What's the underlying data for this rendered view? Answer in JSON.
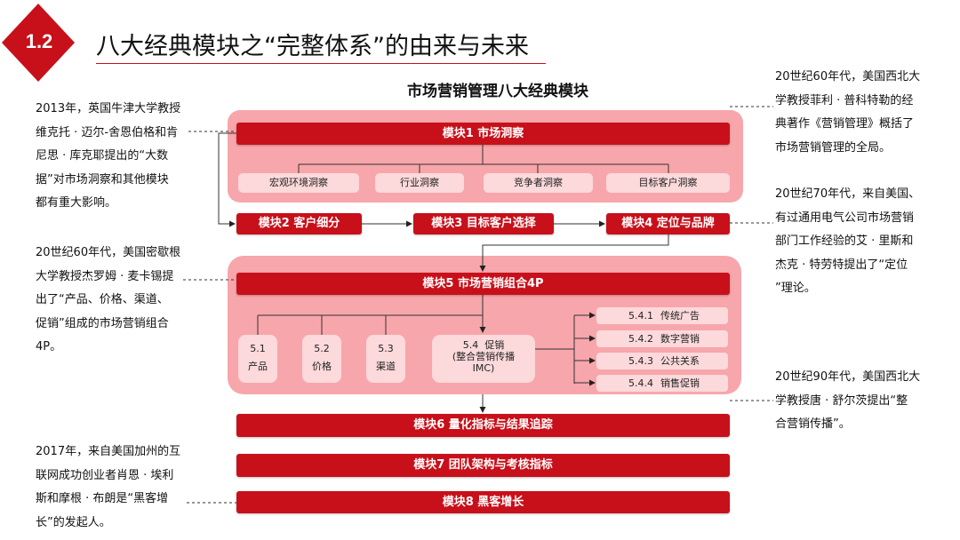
{
  "header": {
    "section_number": "1.2",
    "title": "八大经典模块之“完整体系”的由来与未来"
  },
  "diagram": {
    "title": "市场营销管理八大经典模块",
    "modules": [
      "模块1  市场洞察",
      "模块2  客户细分",
      "模块3  目标客户选择",
      "模块4  定位与品牌",
      "模块5  市场营销组合4P",
      "模块6  量化指标与结果追踪",
      "模块7  团队架构与考核指标",
      "模块8  黑客增长"
    ],
    "insight_items": [
      "宏观环境洞察",
      "行业洞察",
      "竞争者洞察",
      "目标客户洞察"
    ],
    "four_p": [
      {
        "id": "5.1",
        "label": "产品"
      },
      {
        "id": "5.2",
        "label": "价格"
      },
      {
        "id": "5.3",
        "label": "渠道"
      },
      {
        "id": "5.4",
        "label_line1": "促销",
        "label_line2": "(整合营销传播",
        "label_line3": "IMC)"
      }
    ],
    "promotion_items": [
      {
        "id": "5.4.1",
        "label": "传统广告"
      },
      {
        "id": "5.4.2",
        "label": "数字营销"
      },
      {
        "id": "5.4.3",
        "label": "公共关系"
      },
      {
        "id": "5.4.4",
        "label": "销售促销"
      }
    ]
  },
  "notes": {
    "left_top": [
      "2013年，英国牛津大学教授",
      "维克托 · 迈尔-舍恩伯格和肯",
      "尼思 · 库克耶提出的“大数",
      "据”对市场洞察和其他模块",
      "都有重大影响。"
    ],
    "left_middle": [
      "20世纪60年代，美国密歇根",
      "大学教授杰罗姆 · 麦卡锡提",
      "出了“产品、价格、渠道、",
      "促销”组成的市场营销组合",
      "4P。"
    ],
    "left_bottom": [
      "2017年，来自美国加州的互",
      "联网成功创业者肖恩 · 埃利",
      "斯和摩根 · 布朗是“黑客增",
      "长”的发起人。"
    ],
    "right_top": [
      "20世纪60年代，美国西北大",
      "学教授菲利 · 普科特勒的经",
      "典著作《营销管理》概括了",
      "市场营销管理的全局。"
    ],
    "right_middle": [
      "20世纪70年代，来自美国、",
      "有过通用电气公司市场营销",
      "部门工作经验的艾 · 里斯和",
      "杰克 · 特劳特提出了“定位",
      "”理论。"
    ],
    "right_bottom": [
      "20世纪90年代，美国西北大",
      "学教授唐 · 舒尔茨提出“整",
      "合营销传播”。"
    ]
  },
  "colors": {
    "accent": "#c8101a",
    "panel": "#f7a6ab",
    "light_box": "#fcd9db"
  }
}
